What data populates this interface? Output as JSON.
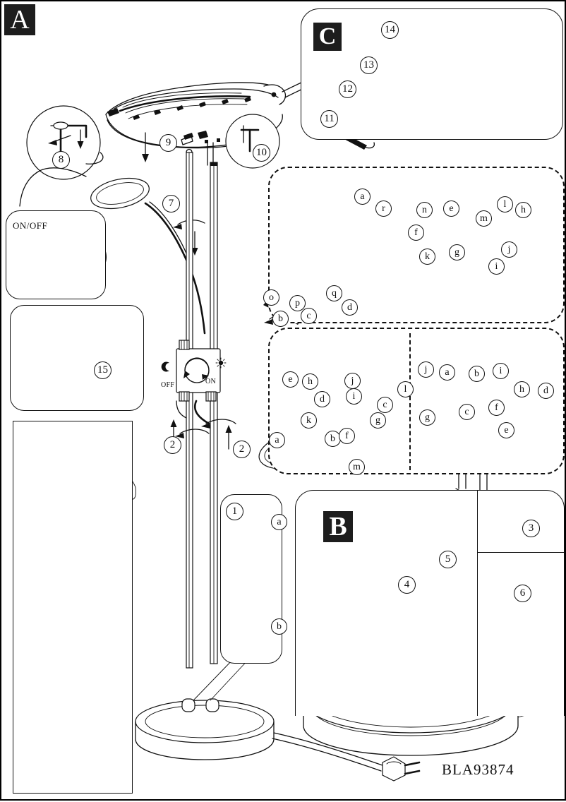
{
  "product_code": "BLA93874",
  "sections": {
    "a": {
      "badge": "A"
    },
    "b": {
      "badge": "B"
    },
    "c": {
      "badge": "C"
    }
  },
  "switch": {
    "off_label": "OFF",
    "on_label": "ON",
    "moon_icon": "moon-icon",
    "sun_icon": "sun-icon"
  },
  "hand_panel": {
    "onoff_label": "ON/OFF",
    "hand_icon": "hand-icon"
  },
  "steps": {
    "section_a": [
      {
        "id": "step-7",
        "label": "7"
      },
      {
        "id": "step-8",
        "label": "8"
      },
      {
        "id": "step-9",
        "label": "9"
      },
      {
        "id": "step-10",
        "label": "10"
      },
      {
        "id": "step-15",
        "label": "15"
      },
      {
        "id": "step-2-left",
        "label": "2"
      },
      {
        "id": "step-2-right",
        "label": "2"
      },
      {
        "id": "step-1",
        "label": "1"
      }
    ],
    "section_b": [
      {
        "id": "step-3",
        "label": "3"
      },
      {
        "id": "step-4",
        "label": "4"
      },
      {
        "id": "step-5",
        "label": "5"
      },
      {
        "id": "step-6",
        "label": "6"
      }
    ],
    "section_c": [
      {
        "id": "step-11",
        "label": "11"
      },
      {
        "id": "step-12",
        "label": "12"
      },
      {
        "id": "step-13",
        "label": "13"
      },
      {
        "id": "step-14",
        "label": "14"
      }
    ]
  },
  "parts": {
    "step1_panel": [
      "a",
      "b"
    ],
    "detail_upper": [
      "a",
      "r",
      "n",
      "e",
      "m",
      "l",
      "h",
      "f",
      "k",
      "g",
      "j",
      "i",
      "o",
      "p",
      "q",
      "d",
      "b",
      "c"
    ],
    "detail_lower_left": [
      "e",
      "h",
      "d",
      "j",
      "i",
      "l",
      "c",
      "k",
      "b",
      "f",
      "g",
      "a",
      "m"
    ],
    "detail_lower_right": [
      "j",
      "a",
      "b",
      "i",
      "h",
      "d",
      "f",
      "g",
      "c",
      "e"
    ]
  },
  "labels": {
    "upper_detail": {
      "a": "a",
      "r": "r",
      "n": "n",
      "e": "e",
      "m": "m",
      "l": "l",
      "h": "h",
      "f": "f",
      "k": "k",
      "g": "g",
      "j": "j",
      "i": "i",
      "o": "o",
      "p": "p",
      "q": "q",
      "d": "d",
      "b": "b",
      "c": "c"
    },
    "lower_left_detail": {
      "e": "e",
      "h": "h",
      "d": "d",
      "j": "j",
      "i": "i",
      "l": "l",
      "c": "c",
      "k": "k",
      "b": "b",
      "f": "f",
      "g": "g",
      "a": "a",
      "m": "m"
    },
    "lower_right_detail": {
      "j": "j",
      "a": "a",
      "b": "b",
      "i": "i",
      "h": "h",
      "d": "d",
      "f": "f",
      "g": "g",
      "c": "c",
      "e": "e"
    },
    "step1": {
      "a": "a",
      "b": "b"
    }
  },
  "warning_panel": {
    "name": "prohibited-fabric-shade-warning",
    "cross_icon": "cross-out-icon"
  },
  "icons": {
    "plug": "power-plug-icon",
    "allen_key": "allen-key-icon",
    "screwdriver": "screwdriver-icon",
    "connector": "wire-connector-icon"
  },
  "colors": {
    "line": "#111111",
    "badge_bg": "#1d1d1d",
    "badge_fg": "#ffffff",
    "paper": "#ffffff"
  }
}
